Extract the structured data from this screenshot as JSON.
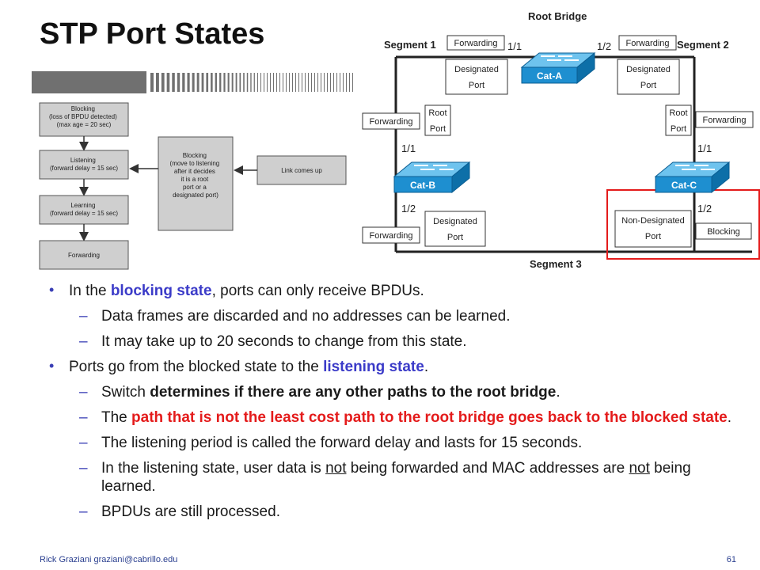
{
  "title": "STP Port States",
  "flowchart": {
    "blocking_top": [
      "Blocking",
      "(loss of BPDU detected)",
      "(max age = 20 sec)"
    ],
    "listening": [
      "Listening",
      "(forward delay = 15 sec)"
    ],
    "learning": [
      "Learning",
      "(forward delay = 15 sec)"
    ],
    "forwarding": [
      "Forwarding"
    ],
    "blocking_center": [
      "Blocking",
      "(move to listening",
      "after it decides",
      "it is a root",
      "port or a",
      "designated port)"
    ],
    "link_comes_up": [
      "Link comes up"
    ]
  },
  "network": {
    "root_bridge": "Root Bridge",
    "segment1": "Segment 1",
    "segment2": "Segment 2",
    "segment3": "Segment 3",
    "forwarding": "Forwarding",
    "blocking": "Blocking",
    "designated_port": [
      "Designated",
      "Port"
    ],
    "root_port": [
      "Root",
      "Port"
    ],
    "non_designated_port": [
      "Non-Designated",
      "Port"
    ],
    "cat_a": "Cat-A",
    "cat_b": "Cat-B",
    "cat_c": "Cat-C",
    "port_1_1": "1/1",
    "port_1_2": "1/2"
  },
  "bullets": {
    "b1_pre": "In the ",
    "b1_hl": "blocking state",
    "b1_post": ", ports can only receive BPDUs.",
    "s1": "Data frames are discarded and no addresses can be learned.",
    "s2": "It may take up to 20 seconds to change from this state.",
    "b2_pre": "Ports go from the blocked state to the ",
    "b2_hl": "listening state",
    "b2_post": ".",
    "s3_pre": "Switch ",
    "s3_bold": "determines if there are any other paths to the root bridge",
    "s3_post": ".",
    "s4_pre": "The ",
    "s4_red": "path that is not the least cost path to the root bridge goes back to the blocked state",
    "s4_post": ".",
    "s5": "The listening period is called the forward delay and lasts for 15 seconds.",
    "s6_a": "In the listening state, user data is ",
    "s6_not1": "not",
    "s6_b": " being forwarded and MAC addresses are ",
    "s6_not2": "not",
    "s6_c": " being learned.",
    "s7": "BPDUs are still processed."
  },
  "footer": "Rick Graziani  graziani@cabrillo.edu",
  "page_number": "61",
  "colors": {
    "highlight_blue": "#3b3bc8",
    "highlight_red": "#e41b1b",
    "switch_blue": "#1e8fd0",
    "red_box": "#e41b1b"
  }
}
